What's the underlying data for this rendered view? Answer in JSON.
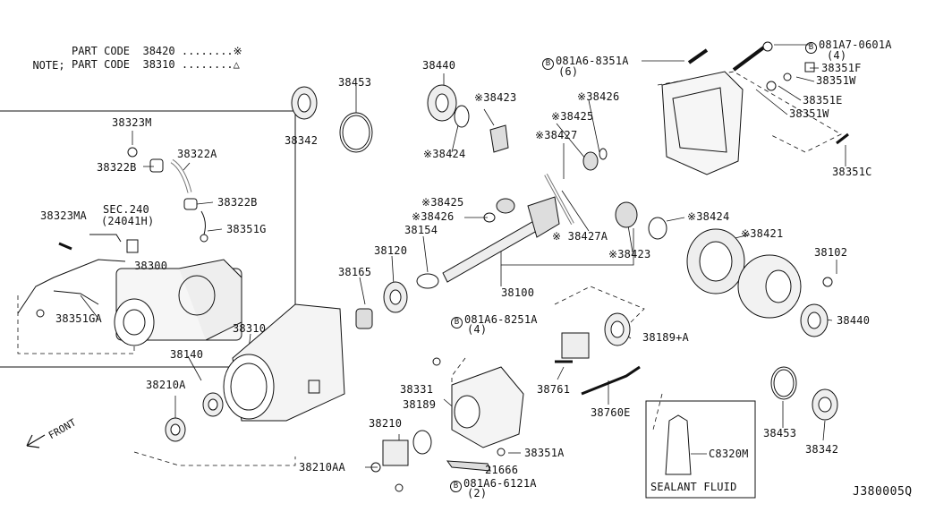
{
  "note": {
    "prefix": "NOTE;",
    "line1_label": "PART CODE",
    "line1_code": "38420",
    "line1_symbol": "........※",
    "line2_label": "PART CODE",
    "line2_code": "38310",
    "line2_symbol": "........△"
  },
  "diagram_id": "J380005Q",
  "front_label": "FRONT",
  "sealant_box": {
    "part": "C8320M",
    "caption": "SEALANT FLUID"
  },
  "labels": {
    "p38323M": "38323M",
    "p38322B_a": "38322B",
    "p38322A": "38322A",
    "p38322B_b": "38322B",
    "p38323MA": "38323MA",
    "sec240": "SEC.240",
    "sec240_sub": "(24041H)",
    "p38351G": "38351G",
    "p38300": "38300",
    "p38351GA": "38351GA",
    "p38342_top": "38342",
    "p38453_top": "38453",
    "p38440_top": "38440",
    "p38423_top": "※38423",
    "p38424_top": "※38424",
    "p38426_top": "※38426",
    "p38425_top": "※38425",
    "p38427_top": "※38427",
    "b_081A6_8351A": "081A6-8351A",
    "b_081A6_8351A_qty": "(6)",
    "b_081A7_0601A": "081A7-0601A",
    "b_081A7_0601A_qty": "(4)",
    "p38351F": "38351F",
    "p38351W_a": "38351W",
    "p38351E": "38351E",
    "p38351W_b": "38351W",
    "p38351C": "38351C",
    "p38425_mid": "※38425",
    "p38426_mid": "※38426",
    "p38154": "38154",
    "p38427A": "※ 38427A",
    "p38424_mid": "※38424",
    "p38421": "※38421",
    "p38423_mid": "※38423",
    "p38102": "38102",
    "p38120": "38120",
    "p38165": "38165",
    "p38100": "38100",
    "p38310": "38310",
    "p38140": "38140",
    "p38210A": "38210A",
    "b_081A6_8251A": "081A6-8251A",
    "b_081A6_8251A_qty": "(4)",
    "p38189A": "38189+A",
    "p38761": "38761",
    "p38760E": "38760E",
    "p38440_right": "38440",
    "p38331": "38331",
    "p38189": "38189",
    "p38210": "38210",
    "p38351A": "38351A",
    "p21666": "21666",
    "b_081A6_6121A": "081A6-6121A",
    "b_081A6_6121A_qty": "(2)",
    "p38210AA": "38210AA",
    "p38453_right": "38453",
    "p38342_right": "38342",
    "bolt_mark": "B"
  }
}
